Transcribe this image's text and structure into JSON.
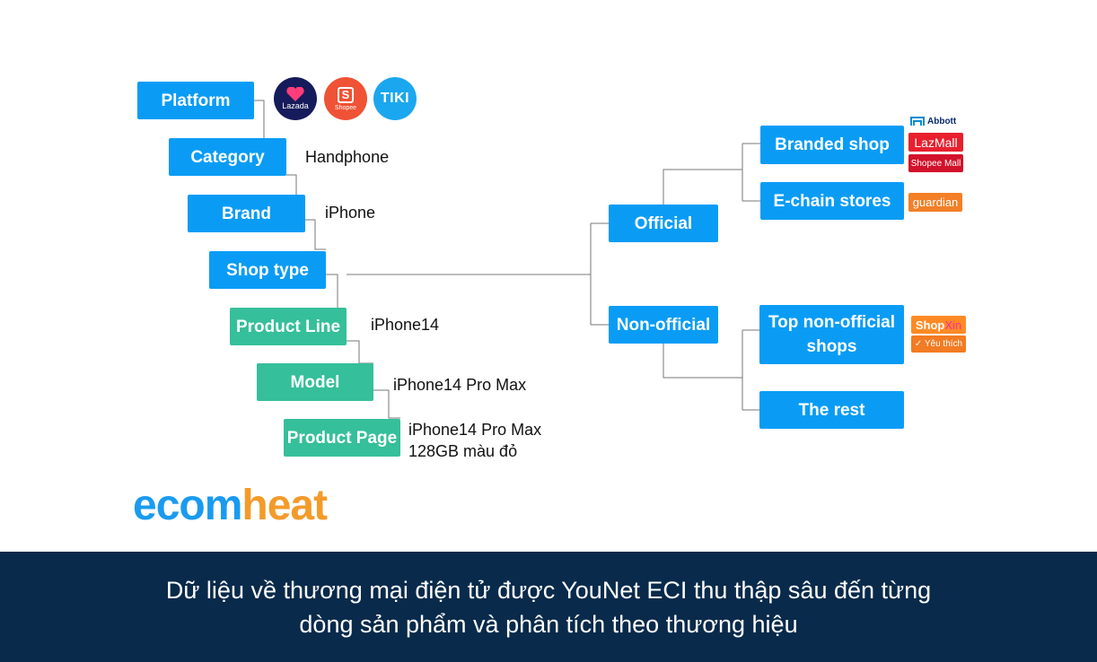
{
  "hierarchy": {
    "platform": "Platform",
    "category": "Category",
    "brand": "Brand",
    "shop_type": "Shop type",
    "product_line": "Product Line",
    "model": "Model",
    "product_page": "Product Page"
  },
  "examples": {
    "category": "Handphone",
    "brand": "iPhone",
    "product_line": "iPhone14",
    "model": "iPhone14 Pro Max",
    "product_page_line1": "iPhone14 Pro Max",
    "product_page_line2": "128GB màu đỏ"
  },
  "platform_logos": {
    "lazada": "Lazada",
    "shopee_glyph": "S",
    "shopee": "Shopee",
    "tiki": "TIKI"
  },
  "shop_types": {
    "official": "Official",
    "non_official": "Non-official",
    "branded_shop": "Branded shop",
    "e_chain_stores": "E-chain stores",
    "top_non_official_line1": "Top non-official",
    "top_non_official_line2": "shops",
    "the_rest": "The rest"
  },
  "badges": {
    "abbott": "Abbott",
    "lazmall": "LazMall",
    "shopee_mall": "Shopee Mall",
    "guardian": "guardian",
    "shopxin_a": "Shop",
    "shopxin_b": "Xin",
    "yeu_thich": "✓ Yêu thích"
  },
  "brand": {
    "part1": "ecom",
    "part2": "heat"
  },
  "caption": {
    "line1": "Dữ liệu về thương mại điện tử được YouNet ECI thu thập sâu đến từng",
    "line2": "dòng sản phẩm và phân tích theo thương hiệu"
  },
  "colors": {
    "node_blue": "#0a9cf5",
    "node_green": "#35bf9a",
    "brand_blue": "#1a9bf0",
    "brand_orange": "#f39b2a",
    "footer_bg": "#092a4b"
  }
}
